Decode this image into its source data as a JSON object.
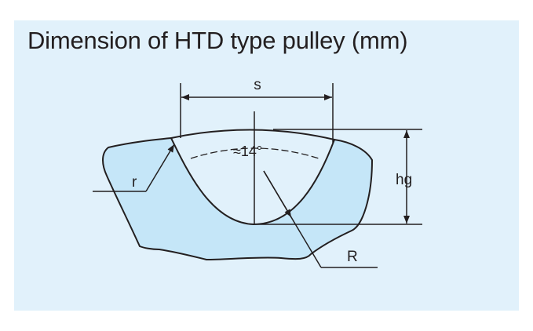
{
  "title": "Dimension of HTD type pulley (mm)",
  "labels": {
    "s": "s",
    "angle": "≈14°",
    "r": "r",
    "hg": "hg",
    "R": "R"
  },
  "colors": {
    "panel_background": "#e1f1fb",
    "pulley_fill": "#c5e6f8",
    "line": "#231f20"
  }
}
